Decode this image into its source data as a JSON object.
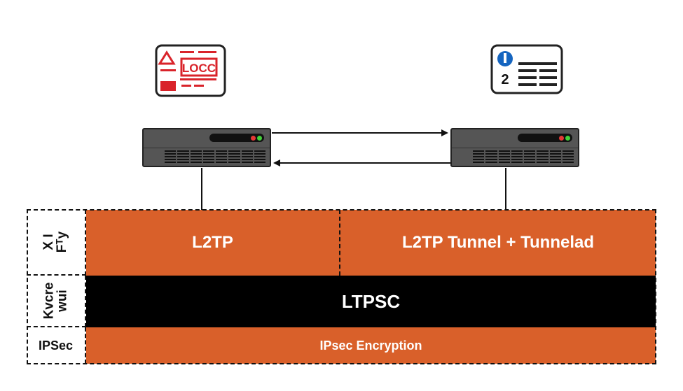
{
  "colors": {
    "orange": "#D9602A",
    "black": "#000000",
    "red_icon": "#D9232A",
    "blue_icon": "#1565C0"
  },
  "left_doc": {
    "icon": "warning-document-icon",
    "badge_text": "LOCC"
  },
  "right_doc": {
    "icon": "info-document-icon",
    "number": "2"
  },
  "servers": [
    {
      "icon": "server-icon"
    },
    {
      "icon": "server-icon"
    }
  ],
  "layers": {
    "top": {
      "side_label_line1": "X I",
      "side_label_line2": "Fᵀy",
      "left_cell": "L2TP",
      "right_cell": "L2TP Tunnel + Tunnelad"
    },
    "middle": {
      "side_label_line1": "Kvcre",
      "side_label_line2": "wui",
      "cell": "LTPSC"
    },
    "bottom": {
      "side_label": "IPSec",
      "cell": "IPsec Encryption"
    }
  }
}
